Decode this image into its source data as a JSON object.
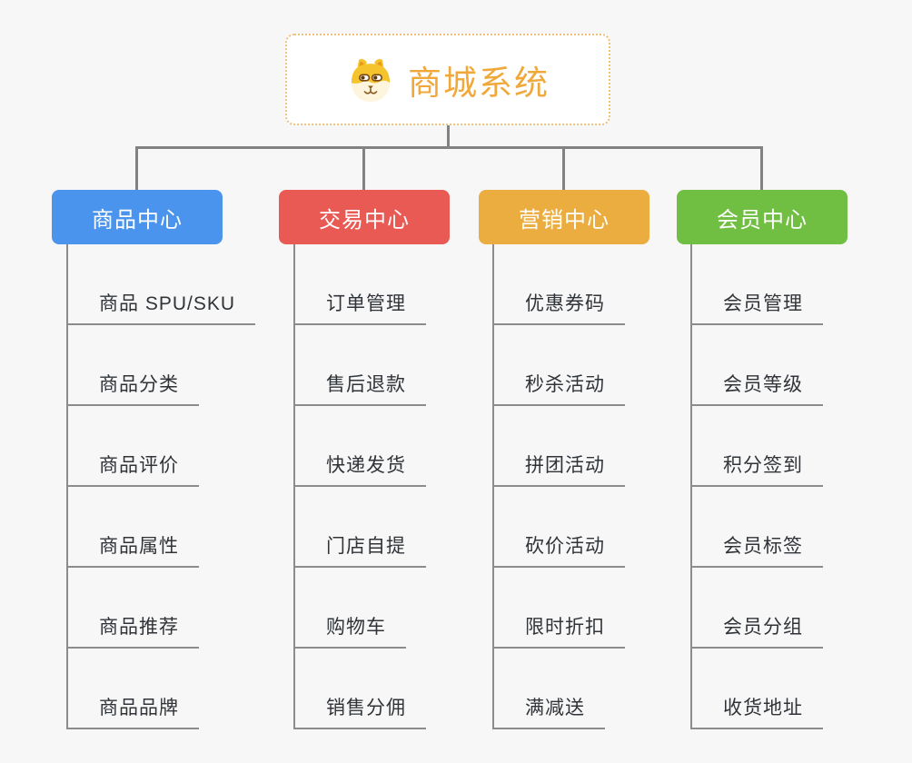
{
  "root": {
    "title": "商城系统",
    "icon": "dog-face-icon"
  },
  "colors": {
    "root_accent": "#f0a83b",
    "root_border": "#efbf7e",
    "connector_gray": "#828282",
    "leaf_line_gray": "#8c8c8c",
    "leaf_text": "#303438",
    "background": "#f7f7f7"
  },
  "branches": [
    {
      "label": "商品中心",
      "color": "#4b94ed",
      "items": [
        "商品 SPU/SKU",
        "商品分类",
        "商品评价",
        "商品属性",
        "商品推荐",
        "商品品牌"
      ]
    },
    {
      "label": "交易中心",
      "color": "#e95a54",
      "items": [
        "订单管理",
        "售后退款",
        "快递发货",
        "门店自提",
        "购物车",
        "销售分佣"
      ]
    },
    {
      "label": "营销中心",
      "color": "#ecad40",
      "items": [
        "优惠券码",
        "秒杀活动",
        "拼团活动",
        "砍价活动",
        "限时折扣",
        "满减送"
      ]
    },
    {
      "label": "会员中心",
      "color": "#70bf43",
      "items": [
        "会员管理",
        "会员等级",
        "积分签到",
        "会员标签",
        "会员分组",
        "收货地址"
      ]
    }
  ]
}
